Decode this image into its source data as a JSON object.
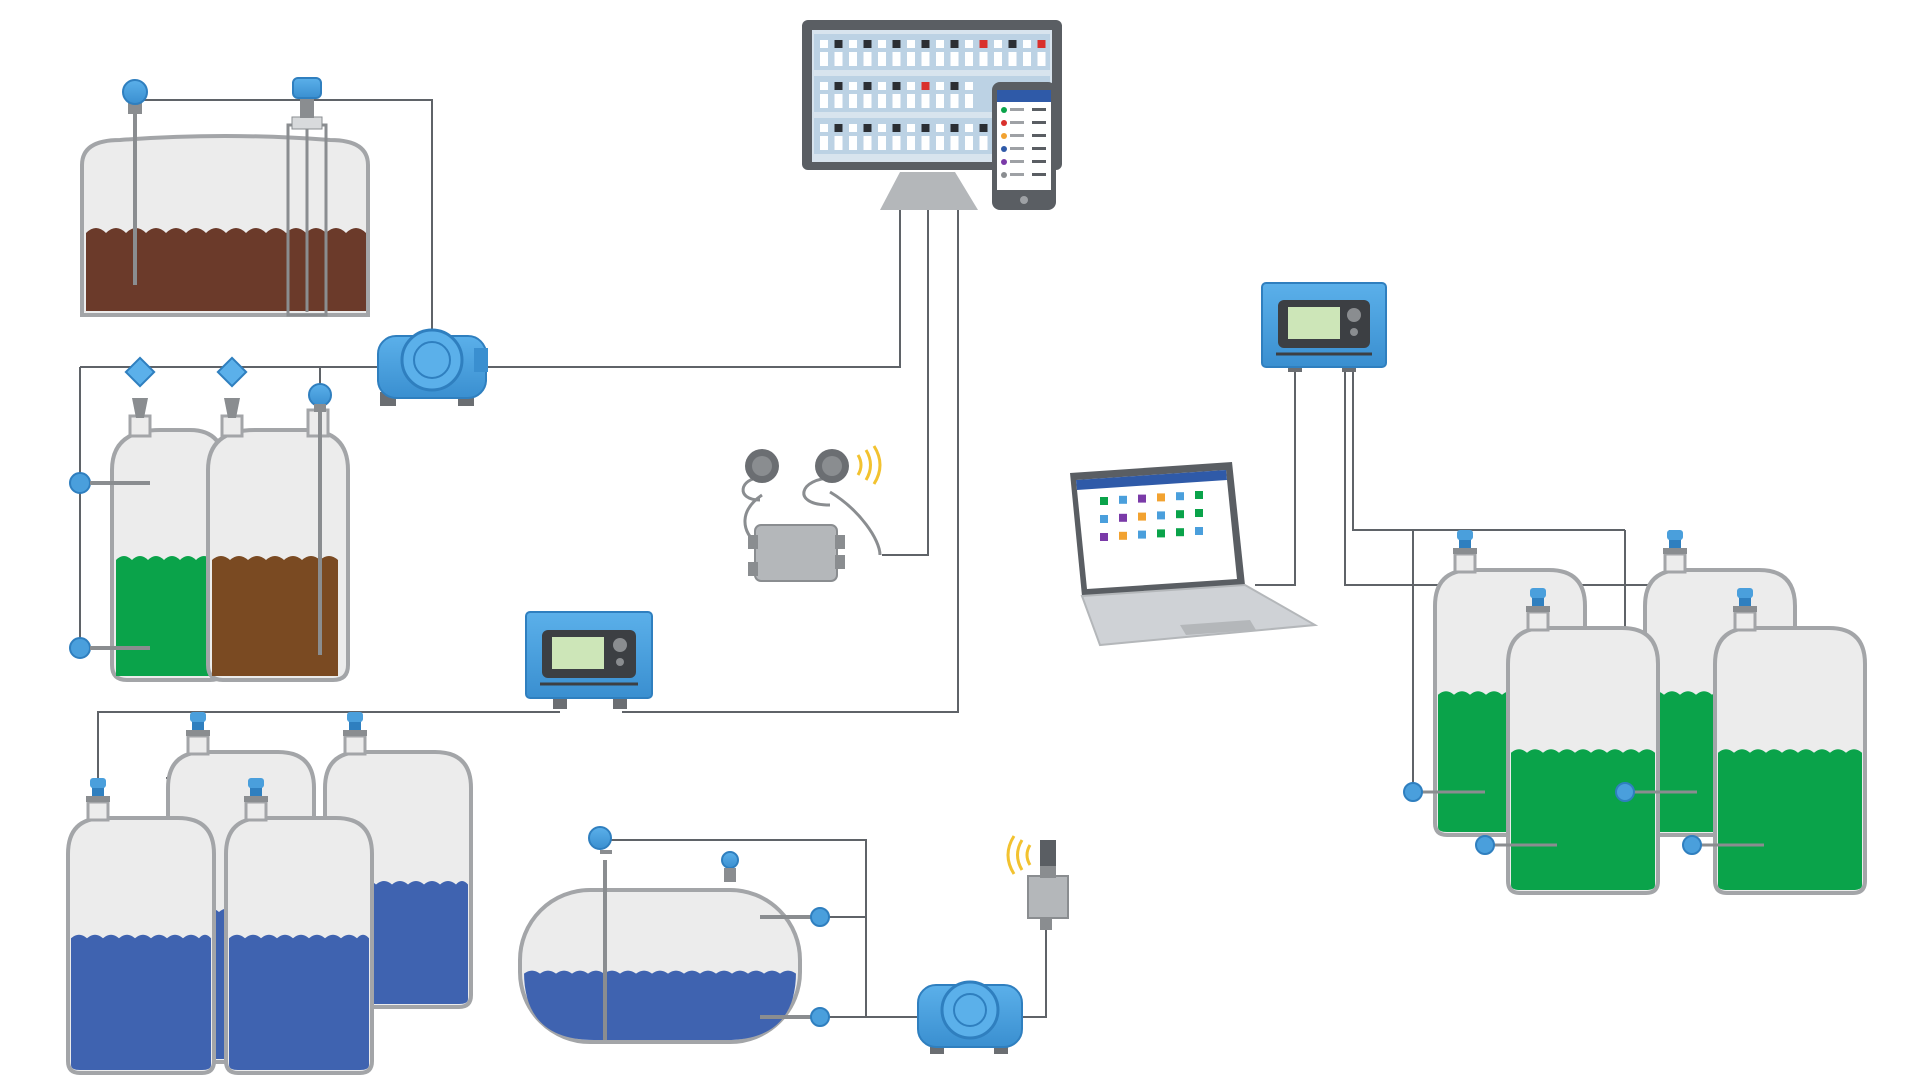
{
  "colors": {
    "background": "#ffffff",
    "wire": "#5f6368",
    "tank_outline": "#a3a5a8",
    "tank_body": "#ececec",
    "device_blue": "#4a9fdc",
    "device_blue_dark": "#2f7fbf",
    "screen_green": "#cde6b8",
    "liquid_dark_brown": "#6b3a2a",
    "liquid_brown": "#7a4a22",
    "liquid_green": "#0aa34a",
    "liquid_blue": "#3f63b0",
    "monitor_frame": "#5a5e63",
    "laptop_frame": "#cfd2d6",
    "sensor_gray": "#8a8d90"
  },
  "liquid_levels": {
    "dark_brown_tank": 0.55,
    "green_vessel_left": 0.42,
    "brown_vessel_right": 0.45,
    "blue_vessels_front": 0.55,
    "blue_vessels_back": 0.5,
    "horizontal_blue_tank": 0.45,
    "green_vessels_right": 0.55
  },
  "icons": {
    "monitor": "desktop-monitor-icon",
    "phone": "smartphone-icon",
    "laptop": "laptop-icon",
    "controller": "level-controller-icon",
    "transmitter": "transmitter-housing-icon",
    "radar_sensor": "radar-sensor-icon",
    "wireless_adapter": "wireless-adapter-icon",
    "wireless_signal": "wireless-signal-icon"
  }
}
